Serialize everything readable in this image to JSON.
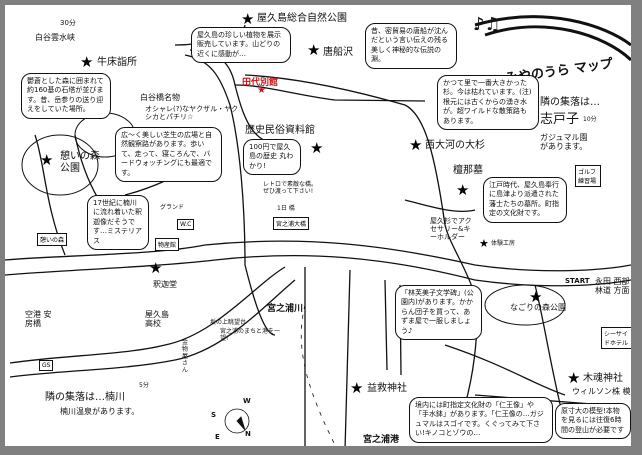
{
  "title": "みやのうら マップ",
  "colors": {
    "highlight": "#c8141e",
    "ink": "#111111",
    "frame": "#808080"
  },
  "printed_labels": {
    "hotel": "田代別館",
    "river": "宮之浦川",
    "port": "宮之浦港",
    "start": "START"
  },
  "places": {
    "shiratani": "白谷雲水峡",
    "shiratani_km": "30分",
    "nature_center": "屋久島総合自然公園",
    "gyuzuka": "牛床詣所",
    "shiratani_bridge": "白谷橋名物",
    "shiratani_bridge_note": "オシャレ(?)なヤクザル・ヤクシカとパチリ☆",
    "omoi_park": "憩いの森公園",
    "history_museum": "歴史民俗資料館",
    "karaseihai": "唐船沢",
    "nishikawa_cedar": "西大河の大杉",
    "tanaka": "檀那墓",
    "kannondo": "釈迦堂",
    "yakushima_high": "屋久島高校",
    "kakinoki": "坂の上眺望台",
    "kakinoki_note": "宮之浦のまちと港を一望!",
    "ekyu_shrine": "益救神社",
    "kokoro_park": "なごりの森公園",
    "seaside_hotel": "シーサイドホテル",
    "kinoto_shrine": "木魂神社",
    "wilson": "ウィルソン株 模型",
    "nagata": "永田 西部林道 方面",
    "airport": "空港 安房橋",
    "neighbor_east": "隣の集落は…",
    "shitoko": "志戸子",
    "shitoko_min": "10分",
    "shitoko_note": "ガジュマル園があります。",
    "neighbor_west": "隣の集落は…楠川",
    "neighbor_west_min": "5分",
    "kusugawa_note": "楠川温泉があります。",
    "golf": "ゴルフ練習場",
    "accessory": "屋久杉でアクセサリー&キーホルダー",
    "taiken": "体験工房",
    "miyanoura_bridge": "宮之浦大橋",
    "bridge_sign": "1日 橋",
    "bridge_sign_note": "レトロで素敵な橋。ぜひ渡って下さい!",
    "ground": "グランド",
    "wc": "W.C",
    "gs": "GS",
    "kanamono": "金物屋さん",
    "ikoi": "憩いの森",
    "kosankan": "物産館"
  },
  "bubbles": {
    "nature_center": "屋久島の珍しい植物を展示販売しています。山どりの近くに感動が…",
    "karaseihai": "昔、密貿易の唐船が沈んだという言い伝えの残る美しく神秘的な伝説の淵。",
    "gyuzuka": "鬱蒼とした森に囲まれて約160基の石塔が並びます。昔、岳参りの送り迎えをしていた場所。",
    "omoi_park": "広～く美しい芝生の広場と自然観察路があります。歩いて、走って、寝ころんで、バードウォッチングにも最適です。",
    "history_museum": "100円で屋久島の歴史 丸わかり!",
    "cedar": "かつて里で一番大きかった杉。今は枯れています。(注)根元には古くからの湧き水が。超ワイルドな散策路もあります。",
    "tanaka": "江戸時代、屋久島奉行に島津より派遣された藩士たちの墓所。町指定の文化財です。",
    "kannondo": "17世紀に楠川に流れ着いた釈迦像だそうです…ミステリアス",
    "kokoro_park": "「林芙美子文学碑」(公園内)があります。かからん団子を買って、あずま屋で一服しましょう♪",
    "ekyu_shrine": "境内には町指定文化財の「仁王像」や「手水鉢」があります。「仁王像の…ガジュマルはスゴイです。くぐってみて下さい!キノコとゾウの…",
    "wilson": "原寸大の模型!本物を見るには往復6時間の登山が必要です"
  },
  "compass": {
    "n": "N",
    "s": "S",
    "e": "E",
    "w": "W"
  }
}
